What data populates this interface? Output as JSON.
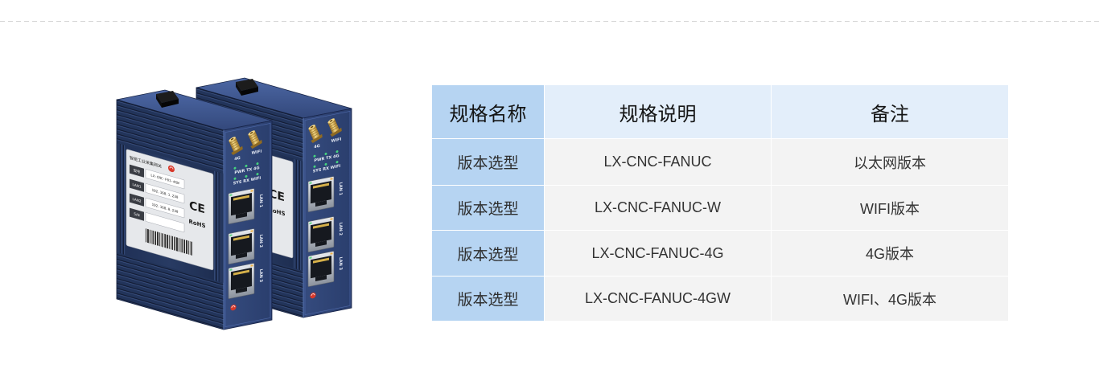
{
  "colors": {
    "accent_column": "#b6d4f2",
    "header_light": "#e3eefa",
    "body_cell": "#f3f3f3",
    "divider": "#d3d3d3"
  },
  "table": {
    "headers": [
      "规格名称",
      "规格说明",
      "备注"
    ],
    "rows": [
      {
        "name": "版本选型",
        "spec": "LX-CNC-FANUC",
        "note": "以太网版本"
      },
      {
        "name": "版本选型",
        "spec": "LX-CNC-FANUC-W",
        "note": "WIFI版本"
      },
      {
        "name": "版本选型",
        "spec": "LX-CNC-FANUC-4G",
        "note": "4G版本"
      },
      {
        "name": "版本选型",
        "spec": "LX-CNC-FANUC-4GW",
        "note": "WIFI、4G版本"
      }
    ]
  },
  "product": {
    "antenna_labels": [
      "4G",
      "WIFI"
    ],
    "led_row1": "PWR TX 4G",
    "led_row2": "SYS RX WIFI",
    "ports": [
      "LAN 1",
      "LAN 2",
      "LAN 3"
    ],
    "label": {
      "title": "智能工业采集网关",
      "rows": [
        {
          "key": "型号",
          "value": "LX-CNC-F01-4GW"
        },
        {
          "key": "LAN1",
          "value": "192.168.1.230"
        },
        {
          "key": "LAN2",
          "value": "192.168.0.230"
        },
        {
          "key": "S/N"
        }
      ],
      "marks": [
        "CE",
        "RoHS"
      ]
    }
  }
}
